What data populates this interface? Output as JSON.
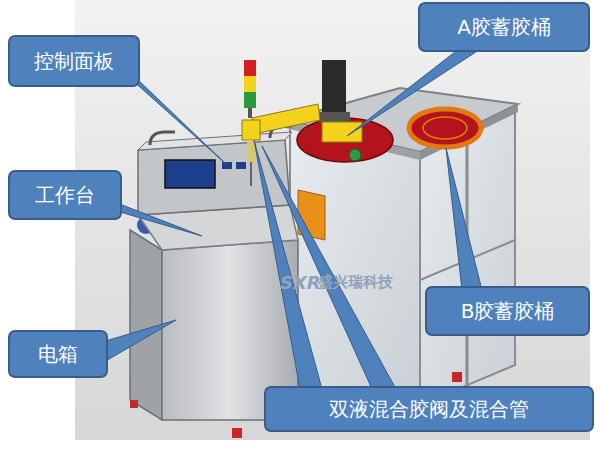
{
  "diagram": {
    "nodes": [
      {
        "text": [
          "A胶蓄胶桶"
        ]
      },
      {
        "text": [
          "控制面板"
        ]
      },
      {
        "text": [
          "工作台"
        ]
      },
      {
        "text": [
          "B胶蓄胶桶"
        ]
      },
      {
        "text": [
          "电箱"
        ]
      },
      {
        "text": [
          "双液混合胶阀及混合管"
        ]
      }
    ],
    "labels": [
      "SXR",
      "盛兴瑞科技"
    ]
  }
}
